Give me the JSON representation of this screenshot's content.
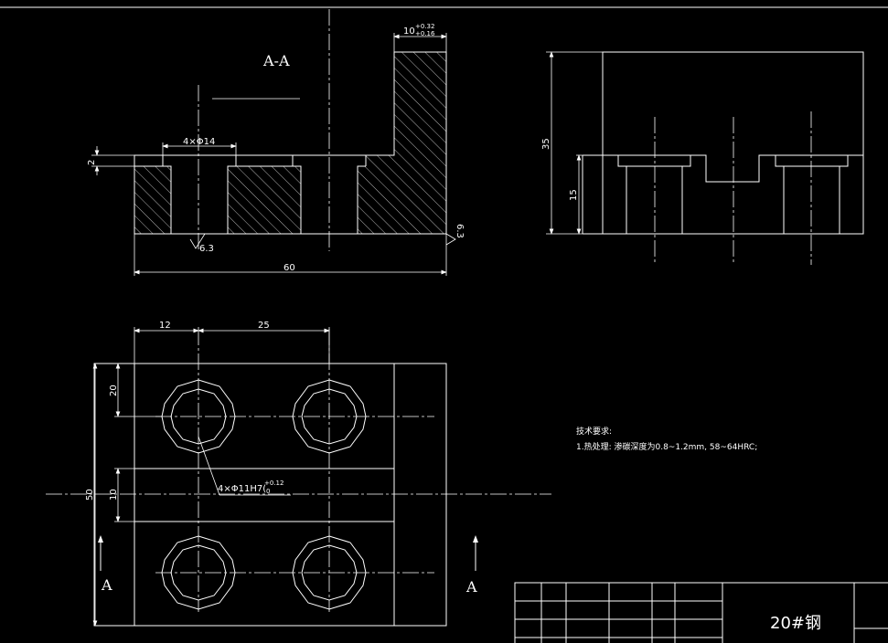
{
  "section_label": "A-A",
  "view_marker": "A",
  "dims": {
    "top_width": "10",
    "top_tol_upper": "+0.32",
    "top_tol_lower": "+0.16",
    "counterbore": "4×Φ14",
    "step": "2",
    "total_length": "60",
    "roughness": "6.3",
    "side_roughness": "6.3",
    "height_total": "35",
    "height_low": "15",
    "plan_12": "12",
    "plan_25": "25",
    "plan_20": "20",
    "plan_10": "10",
    "plan_50": "50",
    "hole_spec": "4×Φ11H7(",
    "hole_tol_upper": "+0.12",
    "hole_tol_lower": "0"
  },
  "notes": {
    "title": "技术要求:",
    "line1": "1.热处理: 渗碳深度为0.8~1.2mm, 58~64HRC;"
  },
  "title_block": {
    "material": "20#钢"
  }
}
